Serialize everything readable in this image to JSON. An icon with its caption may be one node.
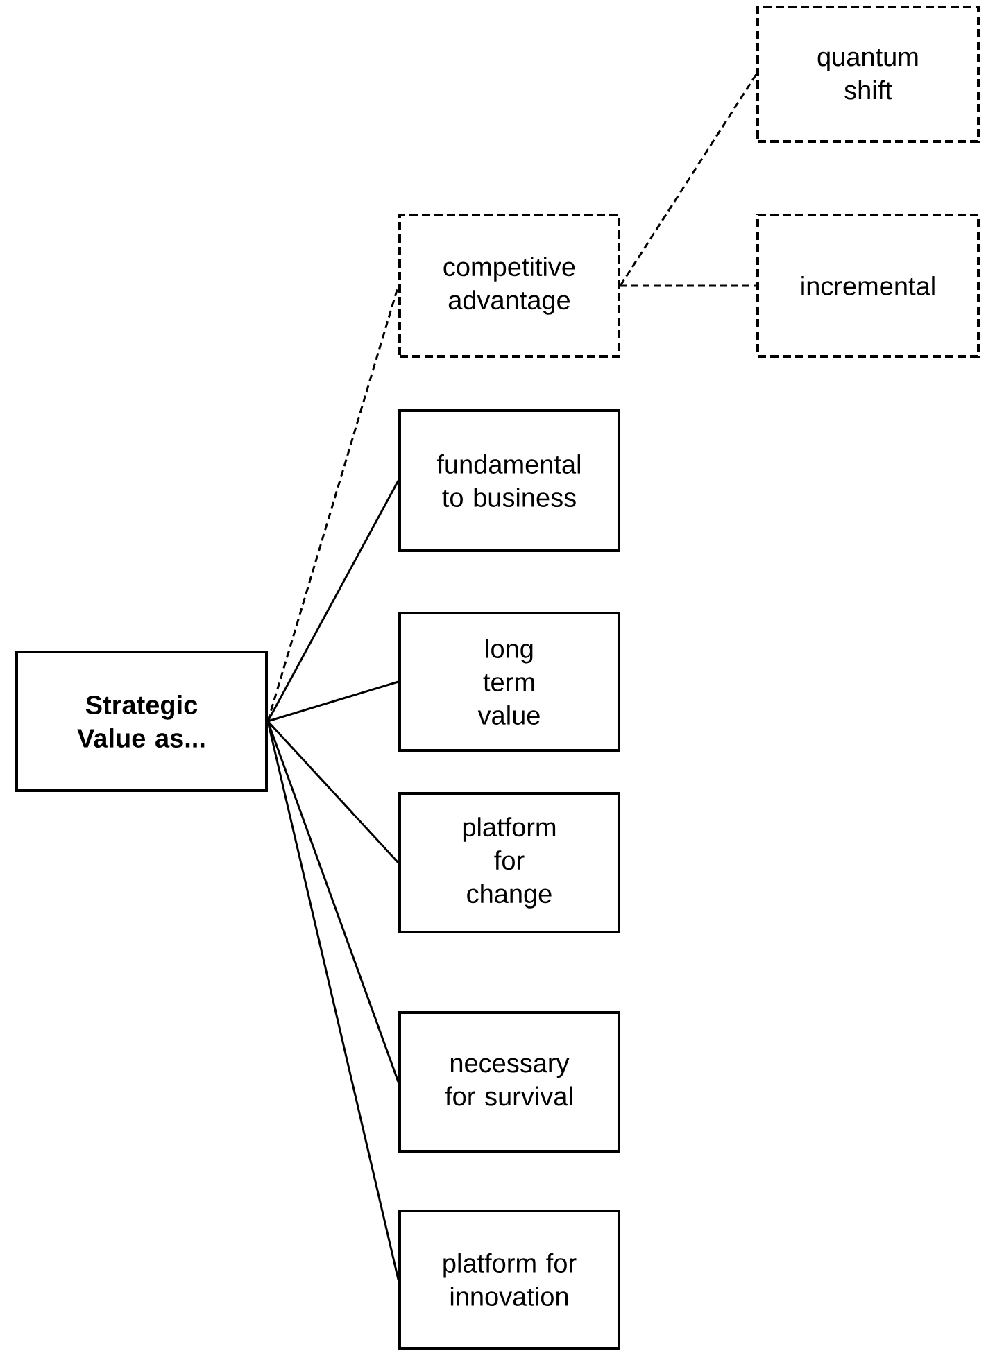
{
  "diagram": {
    "nodes": [
      {
        "text": [
          "Strategic Value as..."
        ]
      },
      {
        "text": [
          "competitive advantage"
        ]
      },
      {
        "text": [
          "quantum shift"
        ]
      },
      {
        "text": [
          "incremental"
        ]
      },
      {
        "text": [
          "fundamental to business"
        ]
      },
      {
        "text": [
          "long term value"
        ]
      },
      {
        "text": [
          "platform for change"
        ]
      },
      {
        "text": [
          "necessary for survival"
        ]
      },
      {
        "text": [
          "platform for innovation"
        ]
      }
    ],
    "edges": [
      {
        "from": 0,
        "to": 1,
        "arrow": "none",
        "style": "dashed"
      },
      {
        "from": 1,
        "to": 2,
        "arrow": "none",
        "style": "dashed"
      },
      {
        "from": 1,
        "to": 3,
        "arrow": "none",
        "style": "dashed"
      },
      {
        "from": 0,
        "to": 4,
        "arrow": "none"
      },
      {
        "from": 0,
        "to": 5,
        "arrow": "none"
      },
      {
        "from": 0,
        "to": 6,
        "arrow": "none"
      },
      {
        "from": 0,
        "to": 7,
        "arrow": "none"
      },
      {
        "from": 0,
        "to": 8,
        "arrow": "none"
      }
    ]
  }
}
